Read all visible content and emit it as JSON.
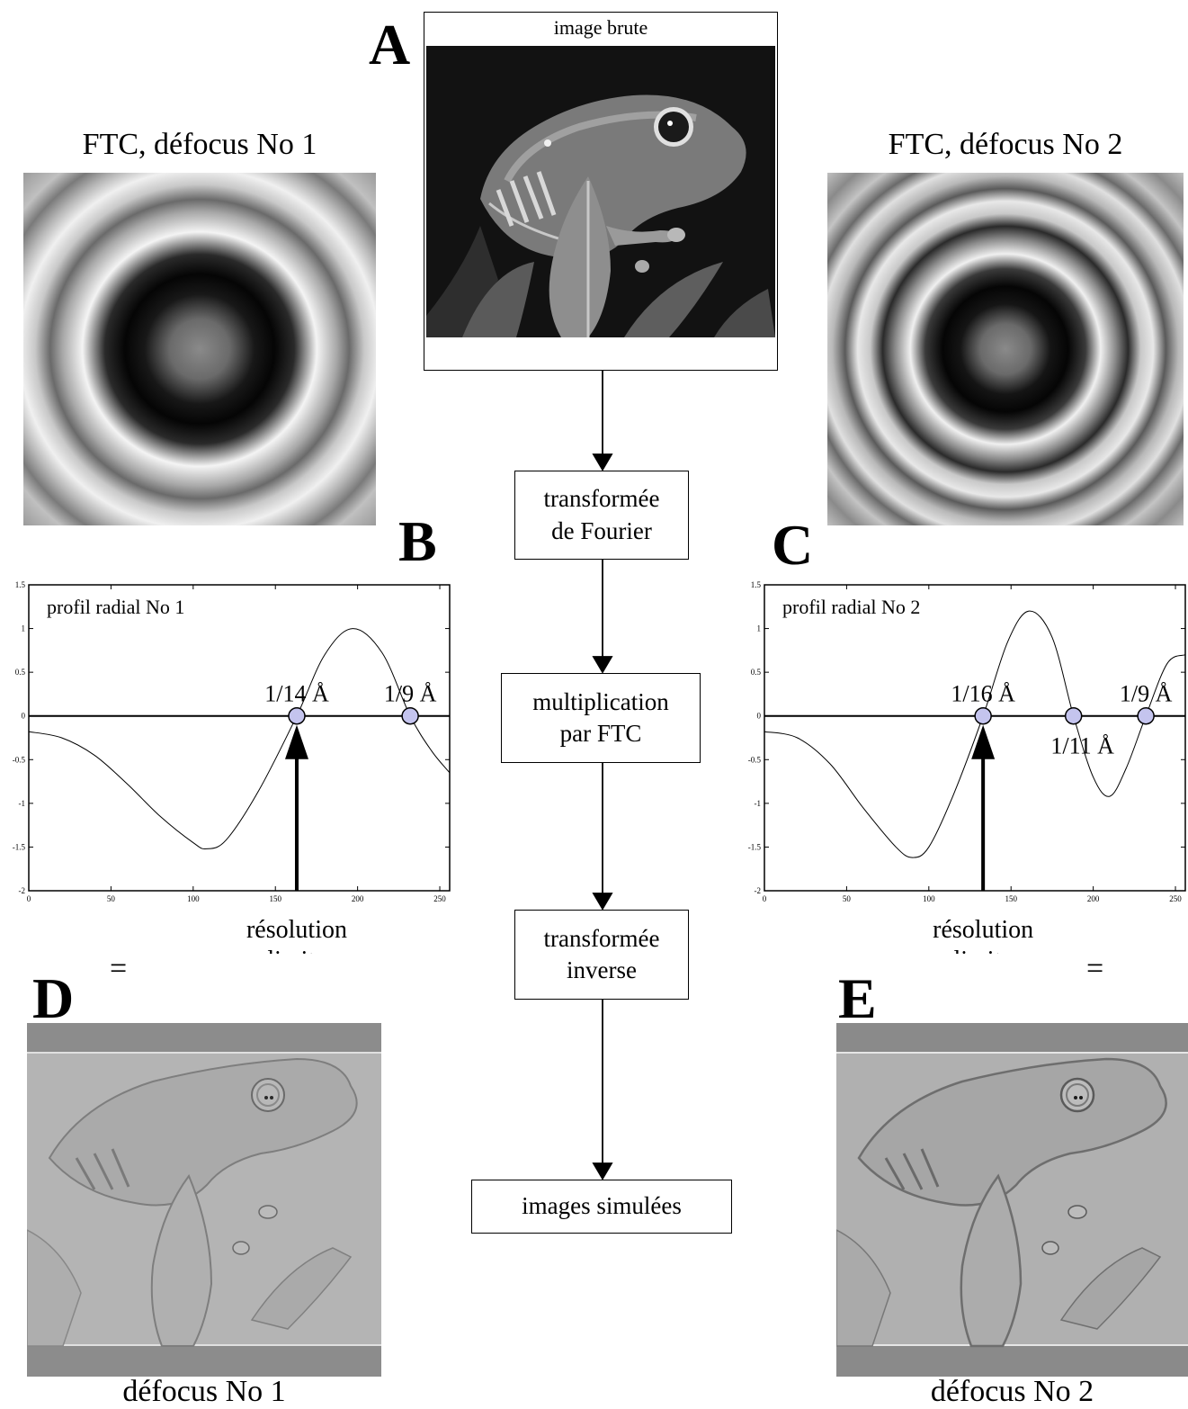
{
  "panels": {
    "a": {
      "letter": "A",
      "title": "image brute"
    },
    "b": {
      "letter": "B"
    },
    "c": {
      "letter": "C"
    },
    "d": {
      "letter": "D"
    },
    "e": {
      "letter": "E"
    }
  },
  "ctf_left_title": "FTC, défocus No 1",
  "ctf_right_title": "FTC, défocus No 2",
  "steps": [
    {
      "line1": "transformée",
      "line2": "de Fourier"
    },
    {
      "line1": "multiplication",
      "line2": "par FTC"
    },
    {
      "line1": "transformée",
      "line2": "inverse"
    },
    {
      "line1": "images simulées",
      "line2": ""
    }
  ],
  "equals": "=",
  "resolution_label_line1": "résolution",
  "resolution_label_line2": "limite",
  "bottom_left_caption": "défocus No 1",
  "bottom_right_caption": "défocus No 2",
  "chart_data": [
    {
      "type": "line",
      "title": "profil radial No 1",
      "xlim": [
        0,
        256
      ],
      "ylim": [
        -2,
        1.5
      ],
      "x_ticks": [
        "0",
        "50",
        "100",
        "150",
        "200",
        "250"
      ],
      "y_ticks": [
        "1.5",
        "1",
        "0.5",
        "0",
        "-0.5",
        "-1",
        "-1.5",
        "-2"
      ],
      "x": [
        0,
        20,
        40,
        60,
        80,
        100,
        108,
        120,
        140,
        163,
        180,
        197,
        215,
        232,
        245,
        256
      ],
      "y": [
        -0.18,
        -0.25,
        -0.45,
        -0.78,
        -1.15,
        -1.45,
        -1.52,
        -1.42,
        -0.85,
        0.0,
        0.7,
        1.0,
        0.72,
        0.0,
        -0.4,
        -0.65
      ],
      "zero_markers": [
        {
          "x": 163,
          "label": "1/14 Å"
        },
        {
          "x": 232,
          "label": "1/9 Å"
        }
      ],
      "arrow_x": 163
    },
    {
      "type": "line",
      "title": "profil radial No 2",
      "xlim": [
        0,
        256
      ],
      "ylim": [
        -2,
        1.5
      ],
      "x_ticks": [
        "0",
        "50",
        "100",
        "150",
        "200",
        "250"
      ],
      "y_ticks": [
        "1.5",
        "1",
        "0.5",
        "0",
        "-0.5",
        "-1",
        "-1.5",
        "-2"
      ],
      "x": [
        0,
        20,
        40,
        60,
        80,
        90,
        100,
        115,
        133,
        148,
        161,
        175,
        188,
        200,
        210,
        220,
        232,
        245,
        256
      ],
      "y": [
        -0.18,
        -0.25,
        -0.55,
        -1.05,
        -1.5,
        -1.62,
        -1.5,
        -0.9,
        0.0,
        0.85,
        1.2,
        0.9,
        0.0,
        -0.7,
        -0.92,
        -0.6,
        0.0,
        0.6,
        0.7
      ],
      "zero_markers": [
        {
          "x": 133,
          "label": "1/16 Å"
        },
        {
          "x": 188,
          "label": "1/11 Å"
        },
        {
          "x": 232,
          "label": "1/9 Å"
        }
      ],
      "arrow_x": 133
    }
  ]
}
